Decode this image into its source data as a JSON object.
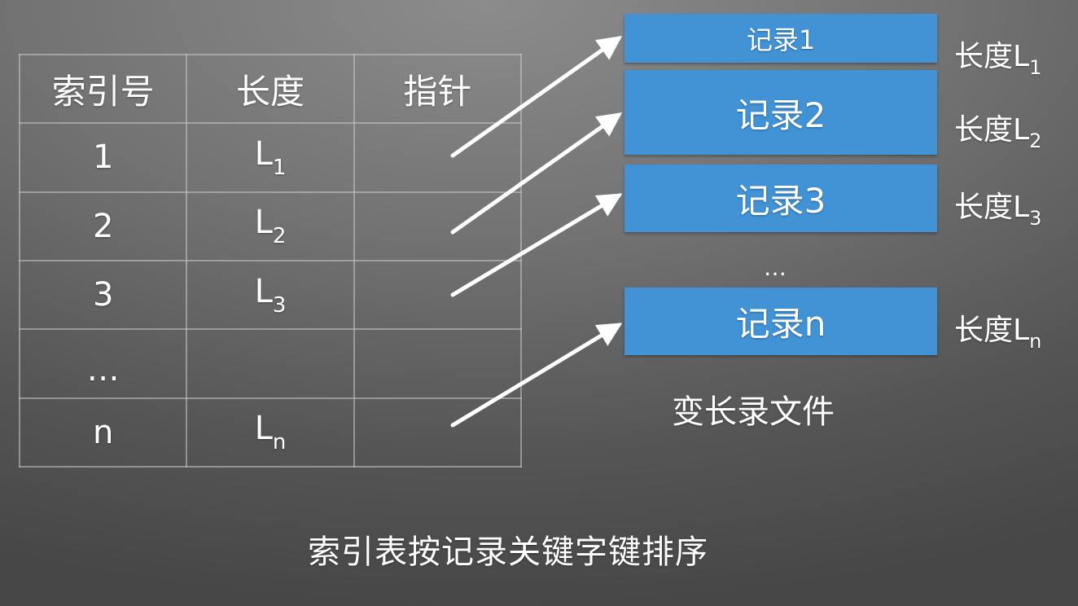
{
  "table": {
    "headers": [
      "索引号",
      "长度",
      "指针"
    ],
    "rows": [
      {
        "index": "1",
        "length_base": "L",
        "length_sub": "1"
      },
      {
        "index": "2",
        "length_base": "L",
        "length_sub": "2"
      },
      {
        "index": "3",
        "length_base": "L",
        "length_sub": "3"
      },
      {
        "index": "…",
        "length_base": "",
        "length_sub": ""
      },
      {
        "index": "n",
        "length_base": "L",
        "length_sub": "n"
      }
    ]
  },
  "records": [
    {
      "label": "记录1",
      "length_prefix": "长度L",
      "length_sub": "1"
    },
    {
      "label": "记录2",
      "length_prefix": "长度L",
      "length_sub": "2"
    },
    {
      "label": "记录3",
      "length_prefix": "长度L",
      "length_sub": "3"
    },
    {
      "label": "记录n",
      "length_prefix": "长度L",
      "length_sub": "n"
    }
  ],
  "records_ellipsis": "…",
  "file_caption": "变长录文件",
  "main_caption": "索引表按记录关键字键排序",
  "colors": {
    "record_fill": "#4193d6",
    "arrow": "#ffffff",
    "background_top": "#8c8c8c",
    "background_bottom": "#474747"
  }
}
